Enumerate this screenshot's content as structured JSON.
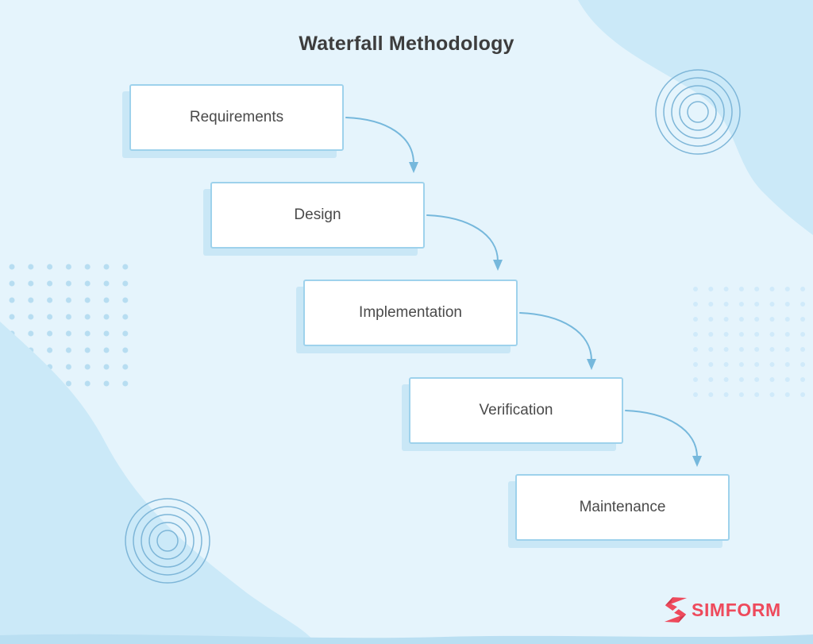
{
  "title": "Waterfall Methodology",
  "stages": [
    {
      "label": "Requirements"
    },
    {
      "label": "Design"
    },
    {
      "label": "Implementation"
    },
    {
      "label": "Verification"
    },
    {
      "label": "Maintenance"
    }
  ],
  "branding": {
    "name": "SIMFORM",
    "logo_icon": "simform-s-ribbon-icon",
    "color": "#ee4a5c"
  },
  "decor": {
    "corner_motifs": "concentric-circles",
    "dot_grids": "left-middle and right-middle",
    "theme": {
      "background": "#e5f4fc",
      "blob": "#cbe9f8",
      "bottom_band": "#badff2",
      "box_border": "#9ed2ec",
      "box_shadow": "#c9e7f6",
      "arrow": "#76b8dc",
      "circle_stroke": "#7eb6d8",
      "text": "#4a4a4a",
      "title_text": "#3d3d3d"
    }
  }
}
